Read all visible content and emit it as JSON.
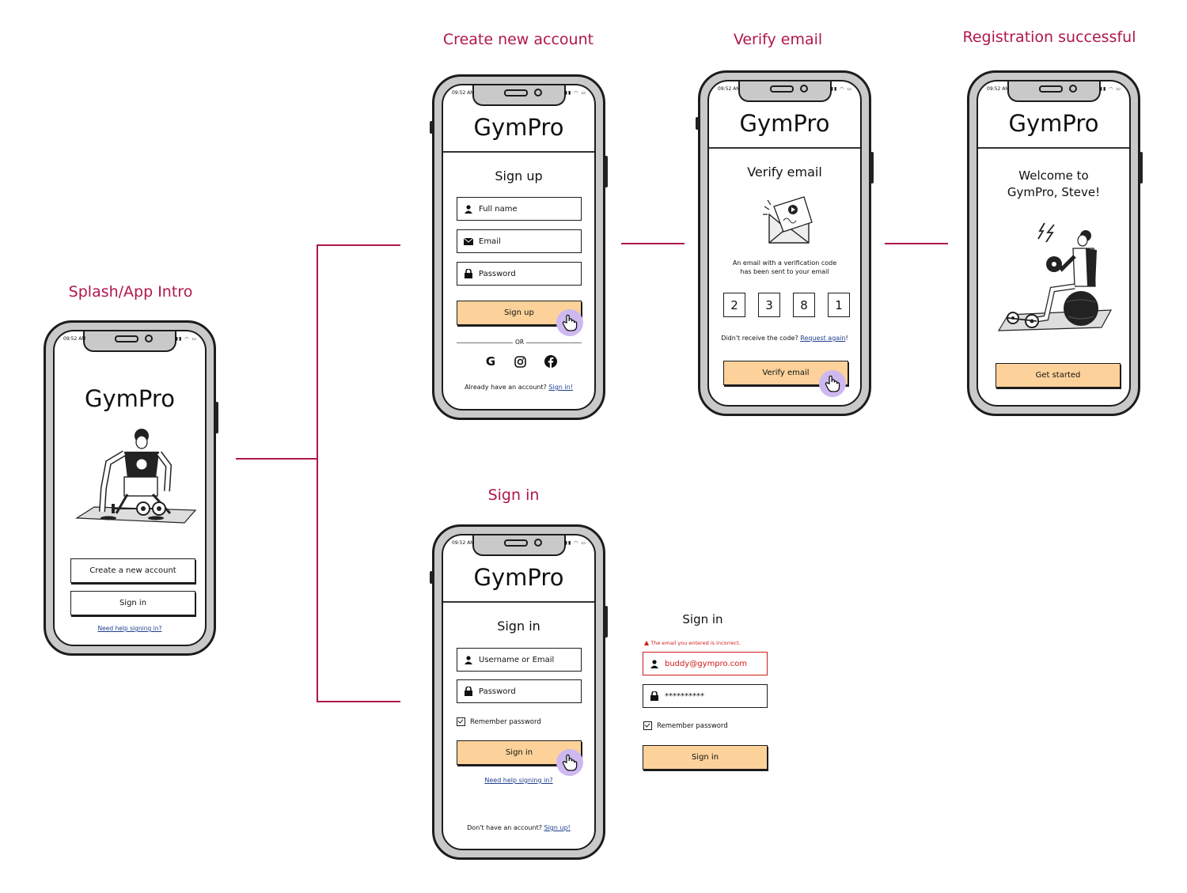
{
  "flow_labels": {
    "splash": "Splash/App Intro",
    "create": "Create new account",
    "verify": "Verify email",
    "registered": "Registration successful",
    "signin": "Sign in"
  },
  "status_bar": {
    "time": "09:52 AM"
  },
  "brand": "GymPro",
  "splash": {
    "create_button": "Create a new account",
    "signin_button": "Sign in",
    "help_link": "Need help signing in?"
  },
  "signup": {
    "heading": "Sign up",
    "fullname_placeholder": "Full name",
    "email_placeholder": "Email",
    "password_placeholder": "Password",
    "submit": "Sign up",
    "or": "OR",
    "footer_text": "Already have an account?",
    "footer_link": "Sign in!"
  },
  "verify": {
    "heading": "Verify email",
    "message_line1": "An email with a verification code",
    "message_line2": "has been sent to your email",
    "code": [
      "2",
      "3",
      "8",
      "1"
    ],
    "resend_text": "Didn't receive the code?",
    "resend_link": "Request again",
    "resend_suffix": "!",
    "submit": "Verify email"
  },
  "welcome": {
    "line1": "Welcome to",
    "line2": "GymPro, Steve!",
    "button": "Get started"
  },
  "signin": {
    "heading": "Sign in",
    "username_placeholder": "Username or Email",
    "password_placeholder": "Password",
    "remember": "Remember password",
    "submit": "Sign in",
    "help_link": "Need help signing in?",
    "footer_text": "Don't have an account?",
    "footer_link": "Sign up!"
  },
  "signin_error": {
    "heading": "Sign in",
    "error": "The email you entered is incorrect.",
    "email_value": "buddy@gympro.com",
    "password_value": "**********",
    "remember": "Remember password",
    "submit": "Sign in"
  },
  "colors": {
    "accent": "#b0164e",
    "primary_button": "#fcd29a",
    "cursor_highlight": "#cdb8f0",
    "error": "#d21b1b",
    "link": "#1f3f8f"
  }
}
